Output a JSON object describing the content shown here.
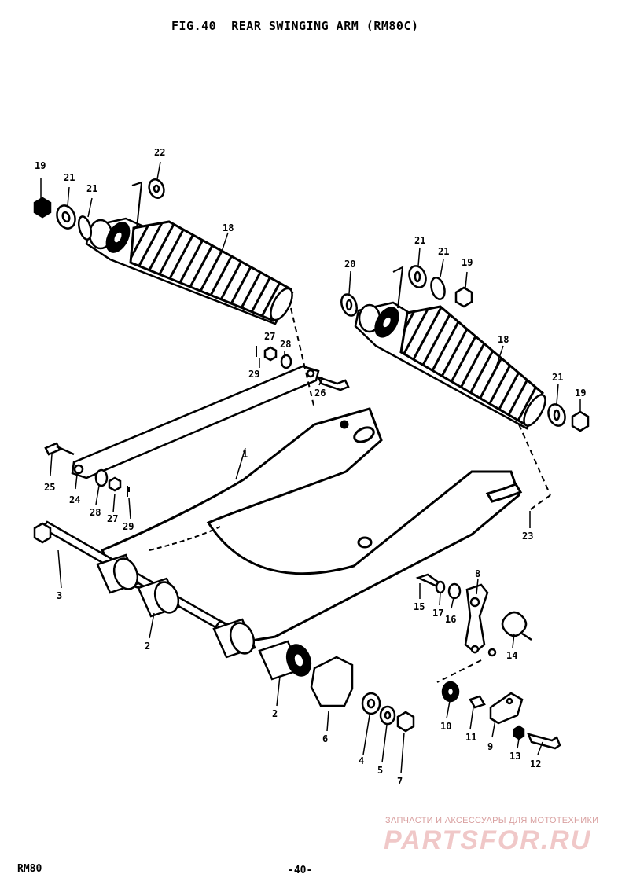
{
  "page": {
    "title": "FIG.40  REAR SWINGING ARM (RM80C)",
    "footer_left": "RM80",
    "footer_page": "-40-"
  },
  "watermark": {
    "line1": "ЗАПЧАСТИ И АКСЕССУАРЫ ДЛЯ МОТОТЕХНИКИ",
    "brand": "PARTSFOR.RU",
    "color": "#f0c8c8"
  },
  "callouts": [
    {
      "id": "c19a",
      "text": "19"
    },
    {
      "id": "c21a",
      "text": "21"
    },
    {
      "id": "c21b",
      "text": "21"
    },
    {
      "id": "c22",
      "text": "22"
    },
    {
      "id": "c18a",
      "text": "18"
    },
    {
      "id": "c21c",
      "text": "21"
    },
    {
      "id": "c21d",
      "text": "21"
    },
    {
      "id": "c19b",
      "text": "19"
    },
    {
      "id": "c20",
      "text": "20"
    },
    {
      "id": "c18b",
      "text": "18"
    },
    {
      "id": "c21e",
      "text": "21"
    },
    {
      "id": "c19c",
      "text": "19"
    },
    {
      "id": "c27a",
      "text": "27"
    },
    {
      "id": "c28a",
      "text": "28"
    },
    {
      "id": "c29a",
      "text": "29"
    },
    {
      "id": "c26",
      "text": "26"
    },
    {
      "id": "c1",
      "text": "1"
    },
    {
      "id": "c25",
      "text": "25"
    },
    {
      "id": "c24",
      "text": "24"
    },
    {
      "id": "c28b",
      "text": "28"
    },
    {
      "id": "c27b",
      "text": "27"
    },
    {
      "id": "c29b",
      "text": "29"
    },
    {
      "id": "c23",
      "text": "23"
    },
    {
      "id": "c3",
      "text": "3"
    },
    {
      "id": "c2a",
      "text": "2"
    },
    {
      "id": "c2b",
      "text": "2"
    },
    {
      "id": "c8",
      "text": "8"
    },
    {
      "id": "c15",
      "text": "15"
    },
    {
      "id": "c17",
      "text": "17"
    },
    {
      "id": "c16",
      "text": "16"
    },
    {
      "id": "c14",
      "text": "14"
    },
    {
      "id": "c6",
      "text": "6"
    },
    {
      "id": "c4",
      "text": "4"
    },
    {
      "id": "c5",
      "text": "5"
    },
    {
      "id": "c7",
      "text": "7"
    },
    {
      "id": "c10",
      "text": "10"
    },
    {
      "id": "c11",
      "text": "11"
    },
    {
      "id": "c9",
      "text": "9"
    },
    {
      "id": "c13",
      "text": "13"
    },
    {
      "id": "c12",
      "text": "12"
    }
  ]
}
